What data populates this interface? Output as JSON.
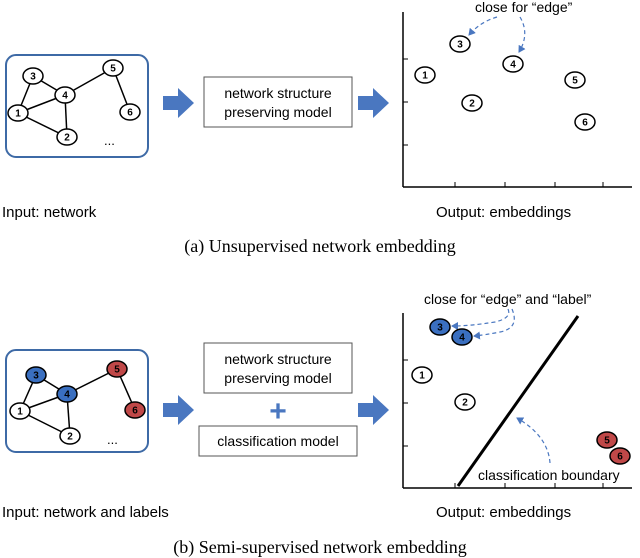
{
  "panel_a": {
    "caption": "(a)  Unsupervised network embedding",
    "input_label": "Input: network",
    "output_label": "Output: embeddings",
    "model_line1": "network structure",
    "model_line2": "preserving model",
    "ellipsis": "...",
    "close_label": "close for “edge”",
    "nodes": [
      "1",
      "2",
      "3",
      "4",
      "5",
      "6"
    ],
    "emb_nodes": [
      "1",
      "2",
      "3",
      "4",
      "5",
      "6"
    ]
  },
  "panel_b": {
    "caption": "(b)  Semi-supervised network embedding",
    "input_label": "Input: network and labels",
    "output_label": "Output: embeddings",
    "model_line1": "network structure",
    "model_line2": "preserving model",
    "plus": "+",
    "class_model": "classification model",
    "ellipsis": "...",
    "close_label": "close for “edge” and “label”",
    "boundary_label": "classification boundary",
    "nodes": [
      "1",
      "2",
      "3",
      "4",
      "5",
      "6"
    ],
    "emb_nodes": [
      "1",
      "2",
      "3",
      "4",
      "5",
      "6"
    ]
  },
  "colors": {
    "blue_label": "#3a6fc0",
    "red_label": "#c04848",
    "box_border": "#3e6aa6",
    "arrow": "#4a77c0",
    "dash": "#4a77c0"
  }
}
